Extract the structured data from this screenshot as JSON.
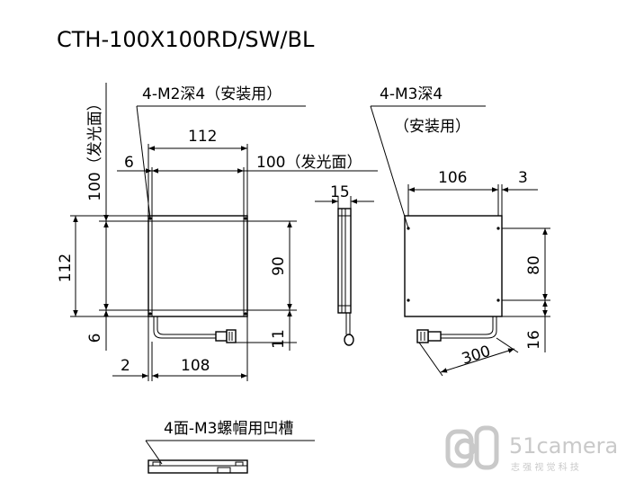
{
  "title": "CTH-100X100RD/SW/BL",
  "labels": {
    "m2": "4-M2深4（安装用）",
    "m3_line1": "4-M3深4",
    "m3_line2": "（安装用）",
    "left_vertical": "100（发光面）",
    "top_horizontal": "100（发光面）",
    "groove": "4面-M3螺帽用凹槽"
  },
  "dimensions": {
    "d112_top": "112",
    "d6_top": "6",
    "d112_left": "112",
    "d6_left": "6",
    "d90": "90",
    "d11": "11",
    "d2": "2",
    "d108": "108",
    "d15": "15",
    "d106": "106",
    "d3": "3",
    "d80": "80",
    "d16": "16",
    "d300": "300"
  },
  "watermark": {
    "brand": "51camera",
    "subtitle": "志 强 视 觉 科 技"
  },
  "colors": {
    "ink": "#000000",
    "watermark": "#c9c9c9"
  }
}
